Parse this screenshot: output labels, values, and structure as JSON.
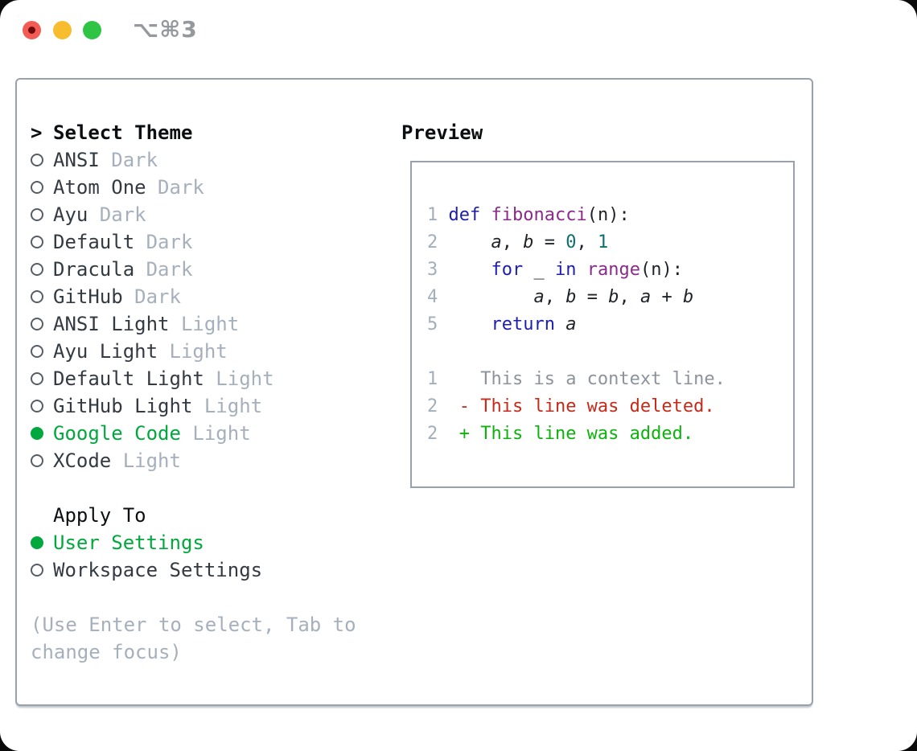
{
  "window": {
    "shortcut_label": "⌥⌘3"
  },
  "left": {
    "header": {
      "prefix": ">",
      "label": "Select Theme"
    },
    "themes": [
      {
        "name": "ANSI",
        "variant": "Dark",
        "selected": false
      },
      {
        "name": "Atom One",
        "variant": "Dark",
        "selected": false
      },
      {
        "name": "Ayu",
        "variant": "Dark",
        "selected": false
      },
      {
        "name": "Default",
        "variant": "Dark",
        "selected": false
      },
      {
        "name": "Dracula",
        "variant": "Dark",
        "selected": false
      },
      {
        "name": "GitHub",
        "variant": "Dark",
        "selected": false
      },
      {
        "name": "ANSI Light",
        "variant": "Light",
        "selected": false
      },
      {
        "name": "Ayu Light",
        "variant": "Light",
        "selected": false
      },
      {
        "name": "Default Light",
        "variant": "Light",
        "selected": false
      },
      {
        "name": "GitHub Light",
        "variant": "Light",
        "selected": false
      },
      {
        "name": "Google Code",
        "variant": "Light",
        "selected": true
      },
      {
        "name": "XCode",
        "variant": "Light",
        "selected": false
      }
    ],
    "apply_to": {
      "label": "Apply To",
      "options": [
        {
          "name": "User Settings",
          "selected": true
        },
        {
          "name": "Workspace Settings",
          "selected": false
        }
      ]
    },
    "hint": "(Use Enter to select, Tab to change focus)"
  },
  "preview": {
    "label": "Preview",
    "code_lines": [
      {
        "num": "1",
        "tokens": [
          [
            "def",
            "kw"
          ],
          [
            " ",
            "pl"
          ],
          [
            "fibonacci",
            "fn"
          ],
          [
            "(n):",
            "pl"
          ]
        ]
      },
      {
        "num": "2",
        "tokens": [
          [
            "    ",
            "pl"
          ],
          [
            "a",
            "var"
          ],
          [
            ", ",
            "pl"
          ],
          [
            "b",
            "var"
          ],
          [
            " = ",
            "pl"
          ],
          [
            "0",
            "num"
          ],
          [
            ", ",
            "pl"
          ],
          [
            "1",
            "num"
          ]
        ]
      },
      {
        "num": "3",
        "tokens": [
          [
            "    ",
            "pl"
          ],
          [
            "for",
            "kw"
          ],
          [
            " _ ",
            "pl"
          ],
          [
            "in",
            "kw"
          ],
          [
            " ",
            "pl"
          ],
          [
            "range",
            "fn"
          ],
          [
            "(n):",
            "pl"
          ]
        ]
      },
      {
        "num": "4",
        "tokens": [
          [
            "        ",
            "pl"
          ],
          [
            "a",
            "var"
          ],
          [
            ", ",
            "pl"
          ],
          [
            "b",
            "var"
          ],
          [
            " = ",
            "pl"
          ],
          [
            "b",
            "var"
          ],
          [
            ", ",
            "pl"
          ],
          [
            "a",
            "var"
          ],
          [
            " + ",
            "pl"
          ],
          [
            "b",
            "var"
          ]
        ]
      },
      {
        "num": "5",
        "tokens": [
          [
            "    ",
            "pl"
          ],
          [
            "return",
            "kw"
          ],
          [
            " ",
            "pl"
          ],
          [
            "a",
            "var"
          ]
        ]
      }
    ],
    "diff_lines": [
      {
        "num": "1",
        "kind": "ctx",
        "text": "   This is a context line."
      },
      {
        "num": "2",
        "kind": "del",
        "text": " - This line was deleted."
      },
      {
        "num": "2",
        "kind": "add",
        "text": " + This line was added."
      }
    ]
  },
  "colors": {
    "accent_green": "#00a83e",
    "keyword_blue": "#1e1ead",
    "function_purple": "#8a2b8a",
    "number_teal": "#0e6f6f",
    "plain_text": "#1f2328",
    "diff_red": "#c62a18",
    "diff_green": "#0db30d",
    "context_gray": "#8d939c",
    "line_number_gray": "#a2aebc",
    "muted_gray": "#a6b0bd",
    "item_text": "#333a42",
    "border_gray": "#98a1ac",
    "traffic_red": "#f25c54",
    "traffic_yellow": "#f7bd2f",
    "traffic_green": "#2fc443"
  }
}
